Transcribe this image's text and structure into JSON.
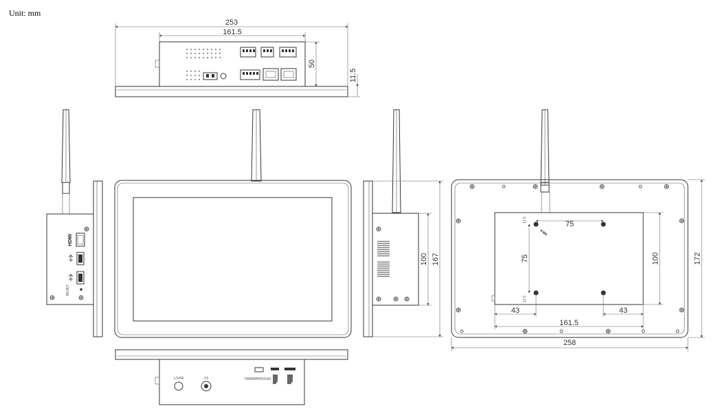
{
  "unit_label": "Unit: mm",
  "dimensions": {
    "top_overall_width": "253",
    "top_body_width": "161.5",
    "top_body_height": "50",
    "top_bezel_height": "11.5",
    "side_right_inner": "100",
    "side_right_outer": "167",
    "rear_vesa_h": "75",
    "rear_vesa_v": "75",
    "rear_box_v": "100",
    "rear_overall_h": "172",
    "rear_offset_left": "43",
    "rear_offset_right": "43",
    "rear_box_width": "161.5",
    "rear_overall_w": "258",
    "rear_hole_offset_top": "12.5",
    "rear_hole_offset_bottom": "12.5",
    "rear_hole_note": "4-M4"
  },
  "port_labels": {
    "hdmi": "HDMI",
    "reset": "RESET",
    "power": "INPUT",
    "dc": "5V",
    "programming": "PROGRAMMING"
  },
  "colors": {
    "line": "#333333",
    "screen": "#ffffff",
    "vent": "#444444"
  }
}
